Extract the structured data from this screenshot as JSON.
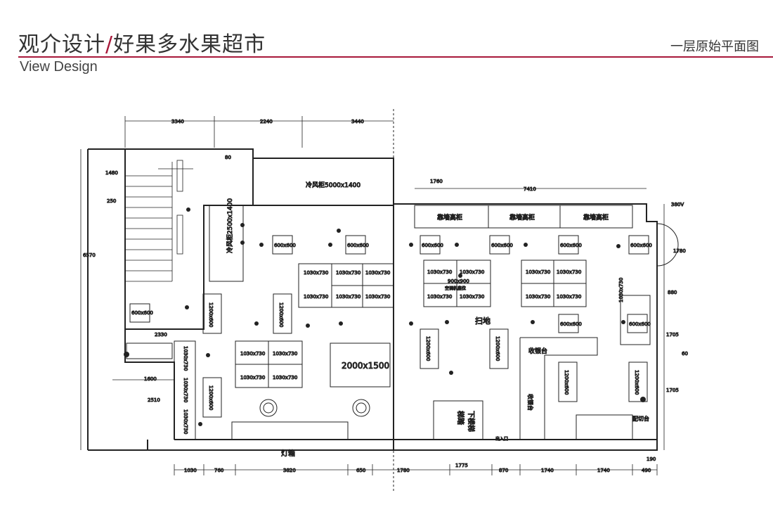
{
  "header": {
    "title_brand": "观介设计",
    "title_sep": "/",
    "title_project": "好果多水果超市",
    "subtitle_en": "View Design",
    "sheet_name": "一层原始平面图"
  },
  "colors": {
    "accent": "#a8183a",
    "line": "#222222"
  },
  "plan": {
    "top_dims": [
      "3340",
      "2240",
      "3440"
    ],
    "right_top_dims": [
      "1760",
      "7410"
    ],
    "left_dims": [
      "1480",
      "250",
      "6570",
      "2330",
      "1600",
      "2510"
    ],
    "right_dims": [
      "380V",
      "1780",
      "880",
      "1705",
      "60",
      "1705"
    ],
    "bottom_dims": [
      "1030",
      "760",
      "3820",
      "650",
      "1780",
      "1775",
      "870",
      "1740",
      "1740",
      "490",
      "190"
    ],
    "small_80": "80",
    "cold_cabinet": "冷风柜5000x1400",
    "cold_cabinet_v": "冷风柜2500x1400",
    "wall_cabinets": [
      "靠墙高柜",
      "靠墙高柜",
      "靠墙高柜"
    ],
    "box_600": "600x600",
    "box_1030": "1030x730",
    "box_1200": "1200x600",
    "box_900": "900x900",
    "ac_position": "空调机座位",
    "big_table": "2000x1500",
    "cashier": "收银台",
    "cashier_v": "收银台",
    "cutting": "配切台",
    "lightbox": "灯箱",
    "stairs_note": "下楼梯",
    "stairs_note2": "梯踏",
    "entrance": "出入口",
    "handwritten": "扫地"
  }
}
